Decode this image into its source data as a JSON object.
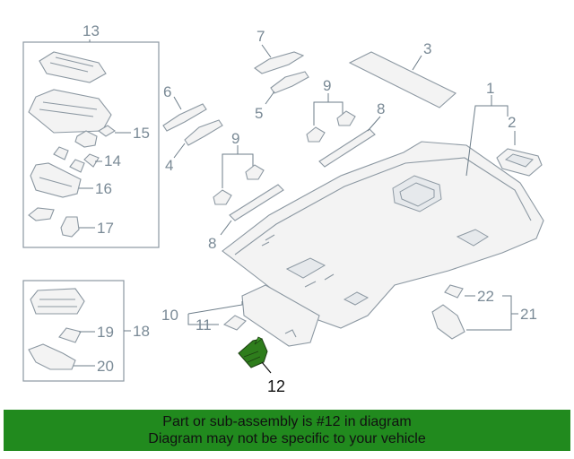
{
  "callouts": {
    "c1": "1",
    "c2": "2",
    "c3": "3",
    "c4": "4",
    "c5": "5",
    "c6": "6",
    "c7": "7",
    "c8a": "8",
    "c8b": "8",
    "c9a": "9",
    "c9b": "9",
    "c10": "10",
    "c11": "11",
    "c12": "12",
    "c13": "13",
    "c14": "14",
    "c15": "15",
    "c16": "16",
    "c17": "17",
    "c18": "18",
    "c19": "19",
    "c20": "20",
    "c21": "21",
    "c22": "22"
  },
  "highlight": {
    "part": "12",
    "color": "#2e7d1c"
  },
  "banner": {
    "line1": "Part or sub-assembly is #12 in diagram",
    "line2": "Diagram may not be specific to your vehicle",
    "color": "#218a1e"
  }
}
